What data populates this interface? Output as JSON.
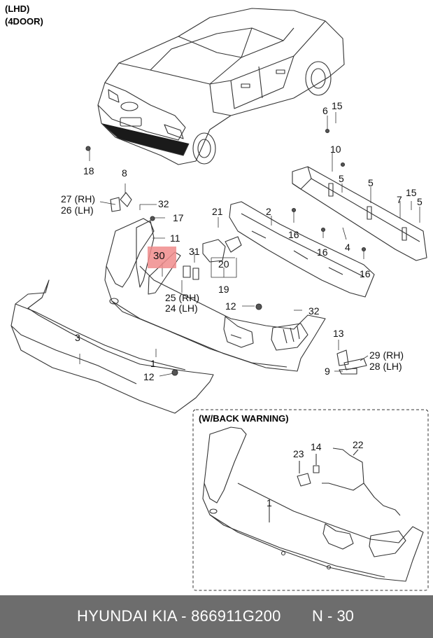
{
  "header": {
    "line1": "(LHD)",
    "line2": "(4DOOR)"
  },
  "inset_title": "(W/BACK WARNING)",
  "highlight_label": "30",
  "callouts": {
    "c18": "18",
    "c8": "8",
    "c27": "27 (RH)",
    "c26": "26 (LH)",
    "c32a": "32",
    "c17": "17",
    "c11": "11",
    "c21": "21",
    "c2": "2",
    "c6": "6",
    "c15a": "15",
    "c10": "10",
    "c5a": "5",
    "c5b": "5",
    "c7": "7",
    "c15b": "15",
    "c5c": "5",
    "c16a": "16",
    "c16b": "16",
    "c16c": "16",
    "c4": "4",
    "c31": "31",
    "c20": "20",
    "c19": "19",
    "c25": "25 (RH)",
    "c24": "24 (LH)",
    "c12a": "12",
    "c32b": "32",
    "c3": "3",
    "c1a": "1",
    "c12b": "12",
    "c13": "13",
    "c29": "29 (RH)",
    "c28": "28 (LH)",
    "c9": "9",
    "c23": "23",
    "c14": "14",
    "c22": "22",
    "c1b": "1"
  },
  "footer": {
    "part_text": "HYUNDAI  KIA - 866911G200",
    "page_text": "N - 30"
  },
  "colors": {
    "footer_bg": "#6d6d6d",
    "highlight": "#f08c8c",
    "line": "#333333"
  }
}
